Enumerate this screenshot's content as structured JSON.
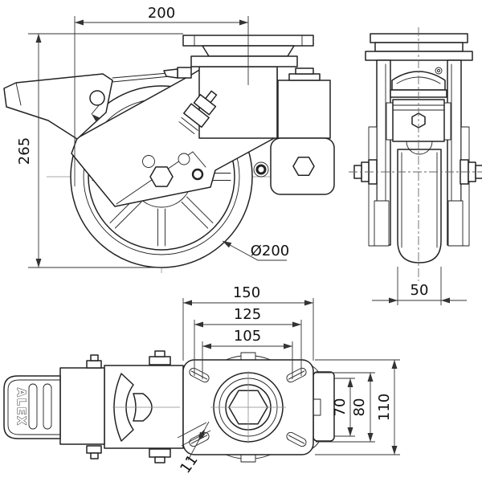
{
  "drawing": {
    "brand_label": "ALEX",
    "front_view": {
      "width_dim": "200",
      "height_dim": "265",
      "wheel_diameter_dim": "Ø200"
    },
    "side_view": {
      "tread_width_dim": "50"
    },
    "top_view": {
      "plate_length_dim": "150",
      "bolt_spacing_wide_dim": "125",
      "bolt_spacing_narrow_dim": "105",
      "bolt_spacing_v_narrow_dim": "70",
      "bolt_spacing_v_wide_dim": "80",
      "plate_width_dim": "110",
      "slot_width_dim": "11"
    }
  }
}
